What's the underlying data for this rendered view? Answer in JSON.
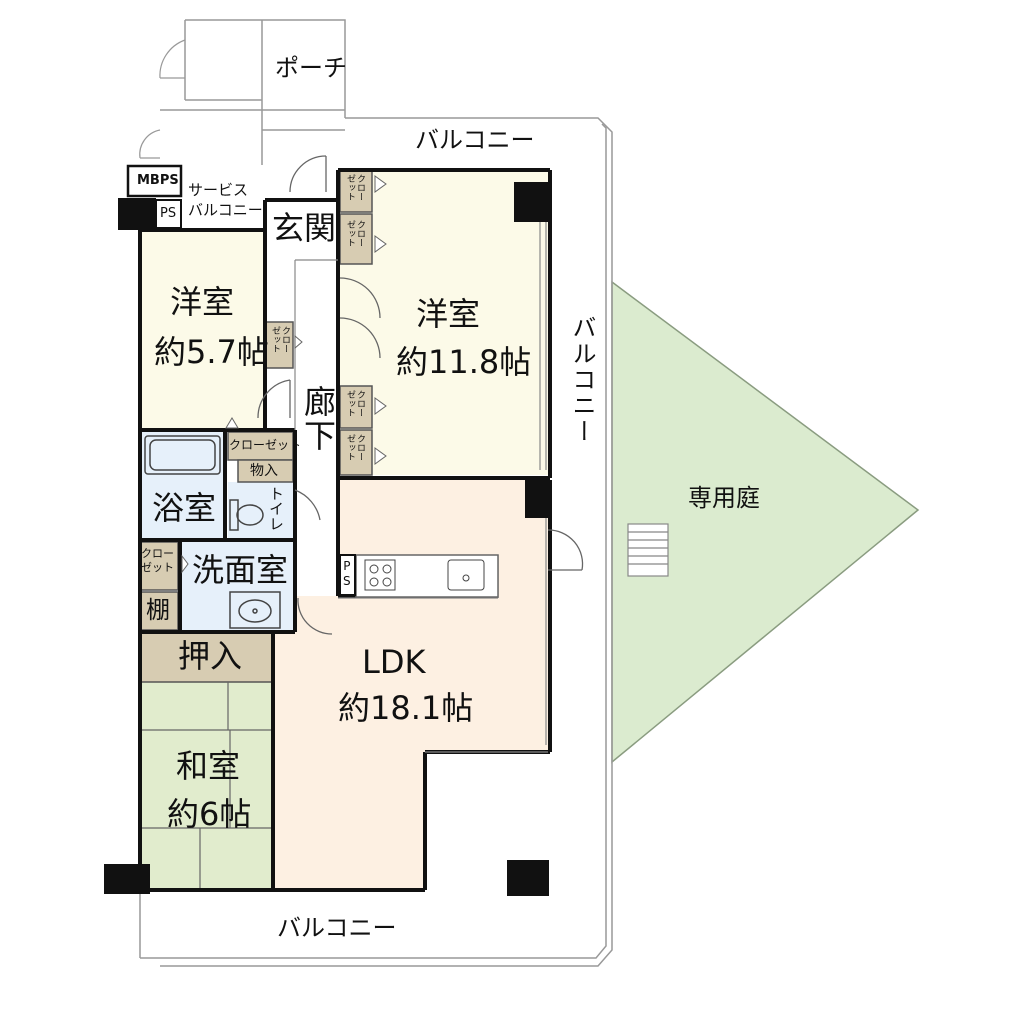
{
  "rooms": {
    "western_small": {
      "name": "洋室",
      "size": "約5.7帖"
    },
    "western_large": {
      "name": "洋室",
      "size": "約11.8帖"
    },
    "ldk": {
      "name": "LDK",
      "size": "約18.1帖"
    },
    "japanese": {
      "name": "和室",
      "size": "約6帖"
    },
    "bath": "浴室",
    "washroom": "洗面室",
    "toilet": "トイレ",
    "entrance": "玄関",
    "corridor": "廊下",
    "porch": "ポーチ",
    "garden": "専用庭",
    "service_balcony": "サービス\nバルコニー"
  },
  "storage": {
    "closet": "クローゼット",
    "closet_short": "クロー\nゼット",
    "storeroom": "物入",
    "oshiire": "押入",
    "shelf": "棚"
  },
  "shafts": {
    "mbps": "MBPS",
    "ps": "PS",
    "ps_split": "P\nS"
  },
  "balcony": "バルコニー",
  "colors": {
    "western": "#fcfae8",
    "ldk": "#fdf0e2",
    "japanese": "#e1eccd",
    "wet": "#e6f0fa",
    "storage": "#d7ccb2",
    "garden": "#dbebcf",
    "wall": "#111111",
    "thin_line": "#999999"
  }
}
